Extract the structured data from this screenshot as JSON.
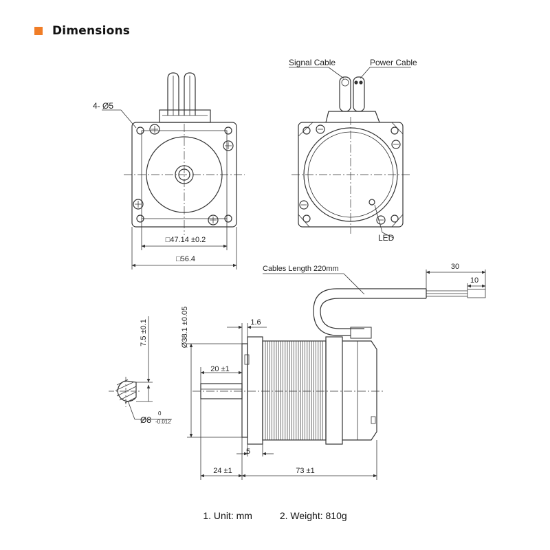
{
  "header": {
    "title": "Dimensions",
    "accent_color": "#f07d27"
  },
  "front_view": {
    "hole_label": "4- Ø5",
    "inner_dim": "□47.14 ±0.2",
    "outer_dim": "□56.4"
  },
  "rear_view": {
    "signal_cable": "Signal Cable",
    "power_cable": "Power Cable",
    "led": "LED"
  },
  "side_view": {
    "cables_length": "Cables Length 220mm",
    "dim_30": "30",
    "dim_10": "10",
    "dim_1_6": "1.6",
    "dim_pilot": "Ø38.1 ±0.05",
    "dim_20": "20 ±1",
    "dim_5": "5",
    "dim_24": "24 ±1",
    "dim_73": "73 ±1"
  },
  "shaft_view": {
    "flat_dim": "7.5 ±0.1",
    "shaft_dia": "Ø8",
    "tol_upper": "0",
    "tol_lower": "-0.012"
  },
  "footer": {
    "note1": "1. Unit: mm",
    "note2": "2. Weight: 810g"
  }
}
